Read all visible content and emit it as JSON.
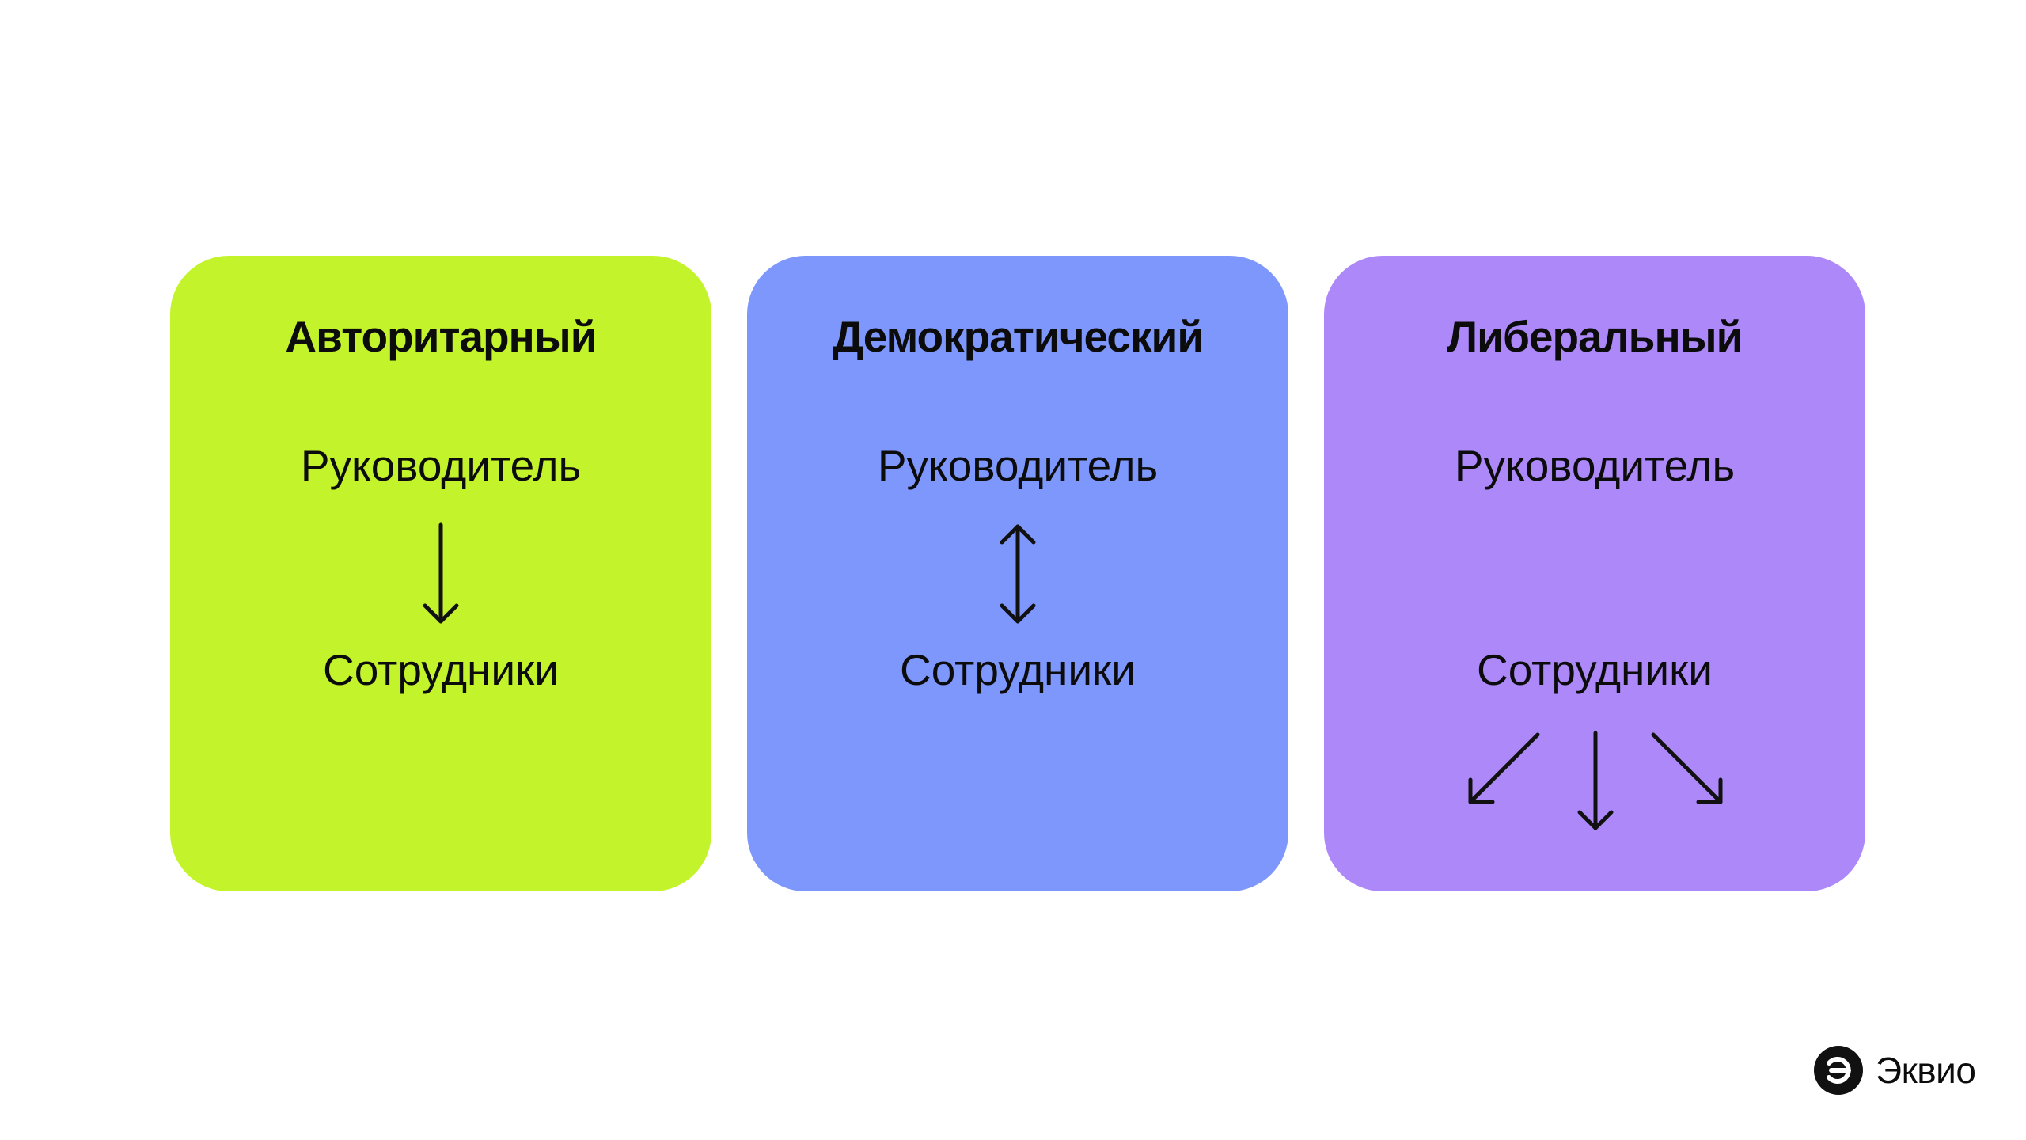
{
  "colors": {
    "card_authoritarian": "#c3f42b",
    "card_democratic": "#7e97fd",
    "card_liberal": "#ad88f9",
    "ink": "#111111"
  },
  "cards": [
    {
      "title": "Авторитарный",
      "leader": "Руководитель",
      "staff": "Сотрудники",
      "arrow": "down-arrow-icon"
    },
    {
      "title": "Демократический",
      "leader": "Руководитель",
      "staff": "Сотрудники",
      "arrow": "up-down-arrow-icon"
    },
    {
      "title": "Либеральный",
      "leader": "Руководитель",
      "staff": "Сотрудники",
      "arrow": "three-spread-arrows-icon"
    }
  ],
  "brand": {
    "name": "Эквио",
    "icon": "ekvio-logo-icon"
  }
}
